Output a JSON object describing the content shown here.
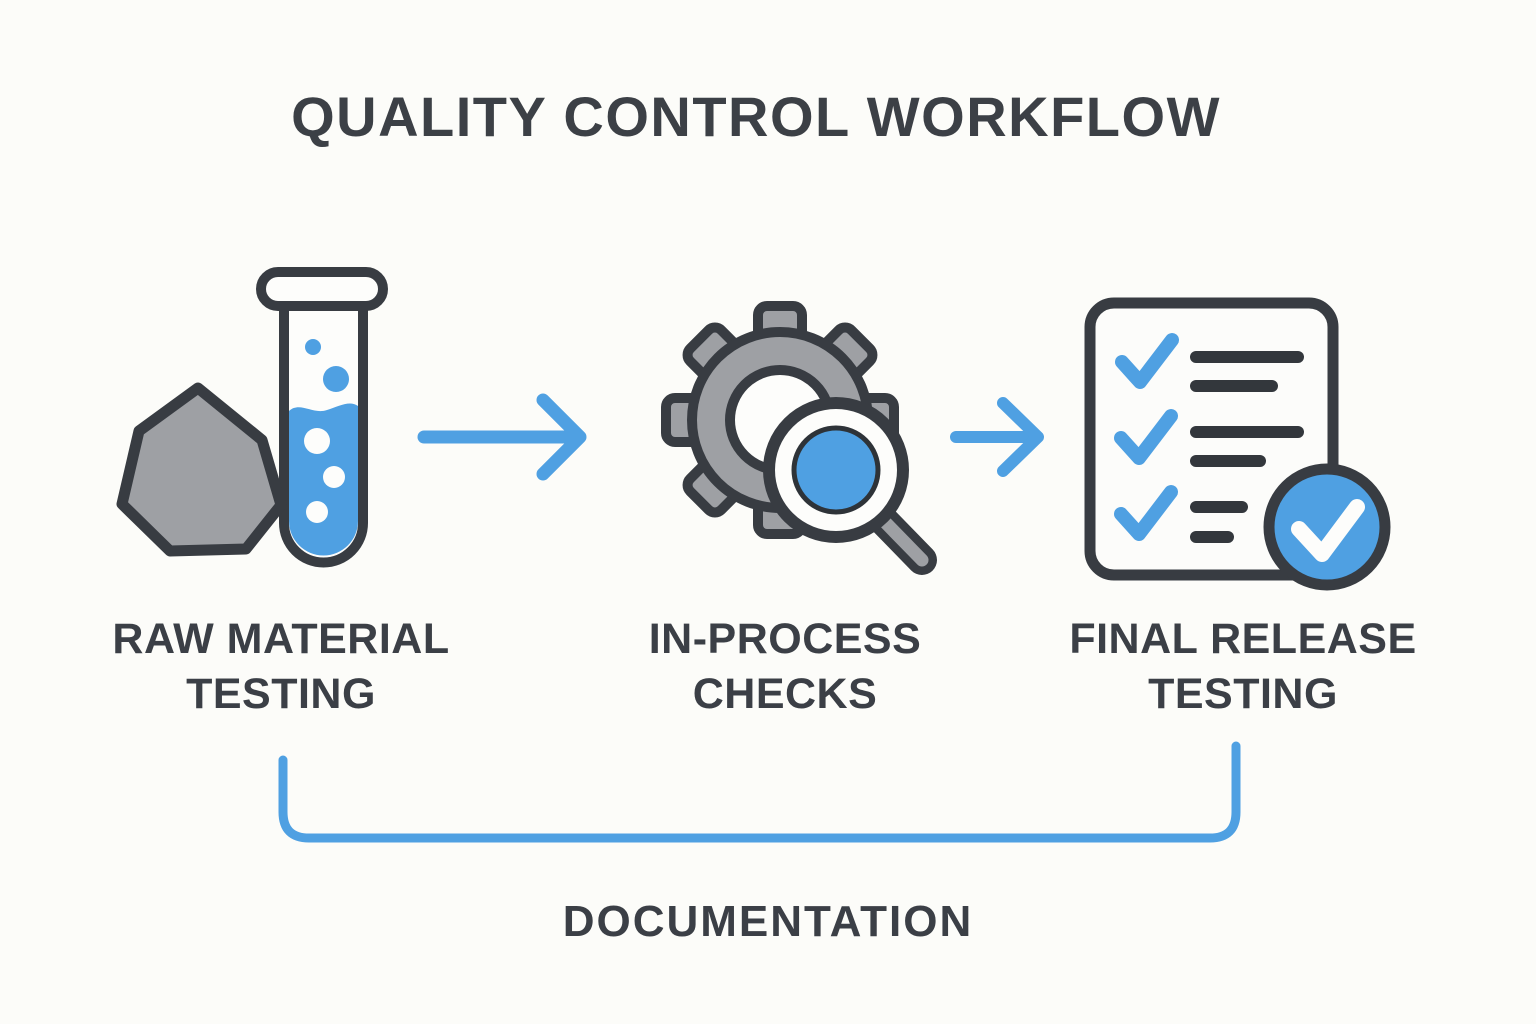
{
  "title": "QUALITY CONTROL WORKFLOW",
  "stages": [
    {
      "label_line1": "RAW MATERIAL",
      "label_line2": "TESTING",
      "icon": "test-tube-and-rock-icon"
    },
    {
      "label_line1": "IN-PROCESS",
      "label_line2": "CHECKS",
      "icon": "gear-magnifier-icon"
    },
    {
      "label_line1": "FINAL RELEASE",
      "label_line2": "TESTING",
      "icon": "checklist-document-icon"
    }
  ],
  "connectors": {
    "arrow_icon": "right-arrow-icon",
    "bracket_icon": "documentation-bracket",
    "bottom_label": "DOCUMENTATION"
  },
  "colors": {
    "accent_blue": "#4FA0E2",
    "outline_dark": "#383C42",
    "gray_fill": "#9EA0A4",
    "text_dark": "#3B3F46",
    "background": "#FCFCF9",
    "white": "#FDFDFB"
  }
}
